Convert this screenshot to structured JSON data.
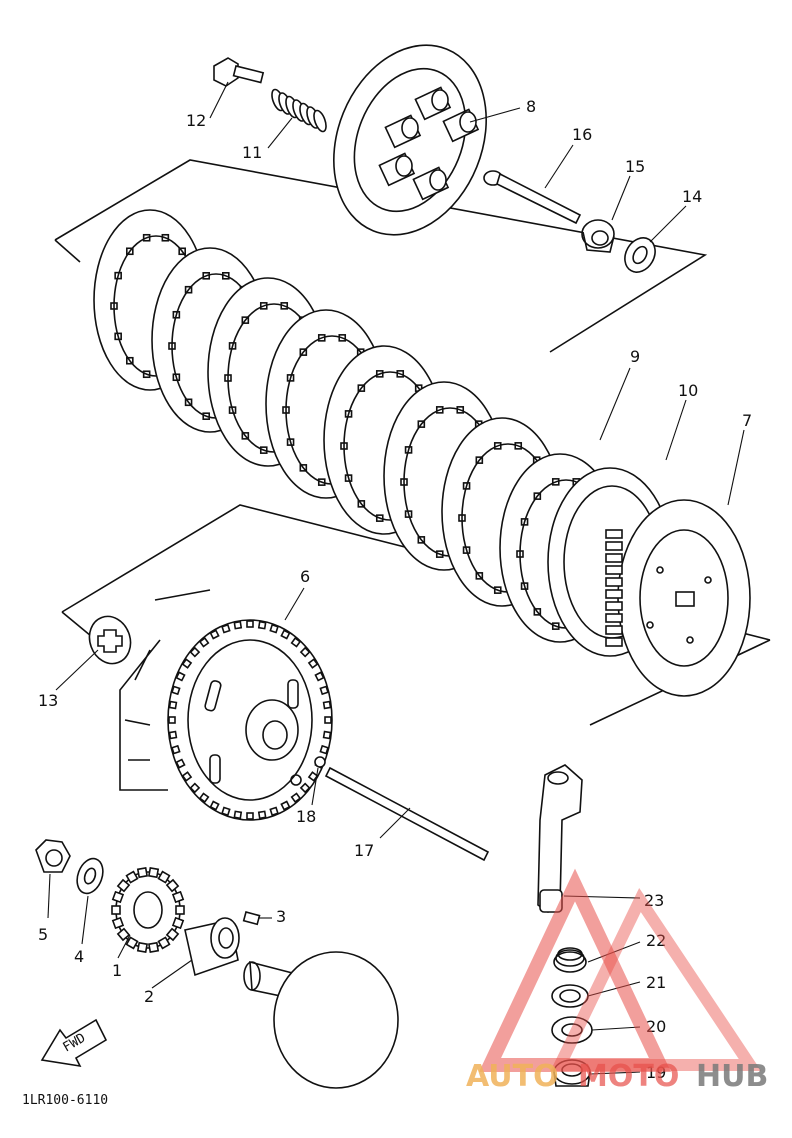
{
  "labels": {
    "p1": "1",
    "p2": "2",
    "p3": "3",
    "p4": "4",
    "p5": "5",
    "p6": "6",
    "p7": "7",
    "p8": "8",
    "p9": "9",
    "p10": "10",
    "p11": "11",
    "p12": "12",
    "p13": "13",
    "p14": "14",
    "p15": "15",
    "p16": "16",
    "p17": "17",
    "p18": "18",
    "p19": "19",
    "p20": "20",
    "p21": "21",
    "p22": "22",
    "p23": "23"
  },
  "fwd_label": "FWD",
  "diagram_code": "1LR100-6110",
  "watermark": {
    "part1": "AUTO",
    "part2": "MOTO",
    "part3": "HUB"
  },
  "colors": {
    "line": "#111111",
    "watermark_red": "#e8504a",
    "watermark_orange": "#f0b25a",
    "watermark_grey": "#7a7a7a"
  }
}
